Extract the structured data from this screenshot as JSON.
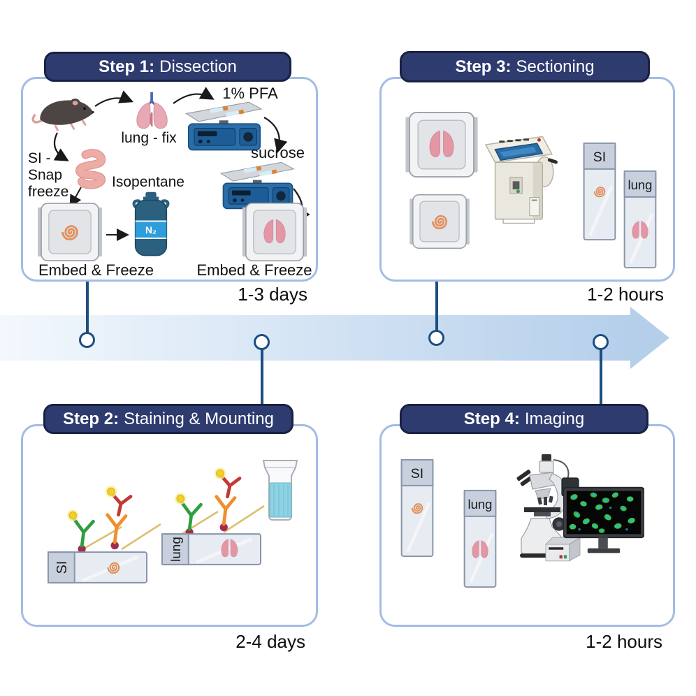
{
  "colors": {
    "header_bg": "#2e3b6f",
    "header_border": "#1a2142",
    "header_text": "#ffffff",
    "box_border": "#a3bce5",
    "connector": "#1d4e80",
    "arrow_gradient_start": "#f3f8fd",
    "arrow_gradient_end": "#b5cfeb",
    "text": "#111111",
    "swirl_orange": "#e2905c",
    "lung_pink": "#e8a9b4",
    "antibody_green": "#2f9e3f",
    "antibody_red": "#c23a34",
    "antibody_orange": "#ef8f2d",
    "fluorophore_yellow": "#f2cf2b",
    "nitrogen_blue": "#2f9ddc"
  },
  "icon_names": [
    "mouse-icon",
    "lungs-icon",
    "intestine-icon",
    "orbital-shaker-icon",
    "nitrogen-tank-icon",
    "cryomold-cassette-icon",
    "si-swirl-icon",
    "antibody-green-icon",
    "antibody-stack-icon",
    "staining-jar-icon",
    "slide-icon",
    "cryostat-icon",
    "microscope-icon",
    "monitor-icon",
    "computer-icon",
    "timeline-arrow",
    "curved-arrow"
  ],
  "steps": [
    {
      "title_prefix": "Step 1:",
      "title_suffix": "Dissection",
      "duration": "1-3 days",
      "labels": {
        "pfa": "1% PFA",
        "lung_fix": "lung - fix",
        "sucrose": "sucrose",
        "si_snap_freeze": "SI -\nSnap\nfreeze",
        "isopentane": "Isopentane",
        "n2": "N₂",
        "embed_freeze_left": "Embed & Freeze",
        "embed_freeze_right": "Embed & Freeze"
      }
    },
    {
      "title_prefix": "Step 2:",
      "title_suffix": "Staining & Mounting",
      "duration": "2-4 days",
      "labels": {
        "si_slide": "SI",
        "lung_slide": "lung"
      }
    },
    {
      "title_prefix": "Step 3:",
      "title_suffix": "Sectioning",
      "duration": "1-2 hours",
      "labels": {
        "si_slide": "SI",
        "lung_slide": "lung"
      }
    },
    {
      "title_prefix": "Step 4:",
      "title_suffix": "Imaging",
      "duration": "1-2 hours",
      "labels": {
        "si_slide": "SI",
        "lung_slide": "lung"
      }
    }
  ]
}
